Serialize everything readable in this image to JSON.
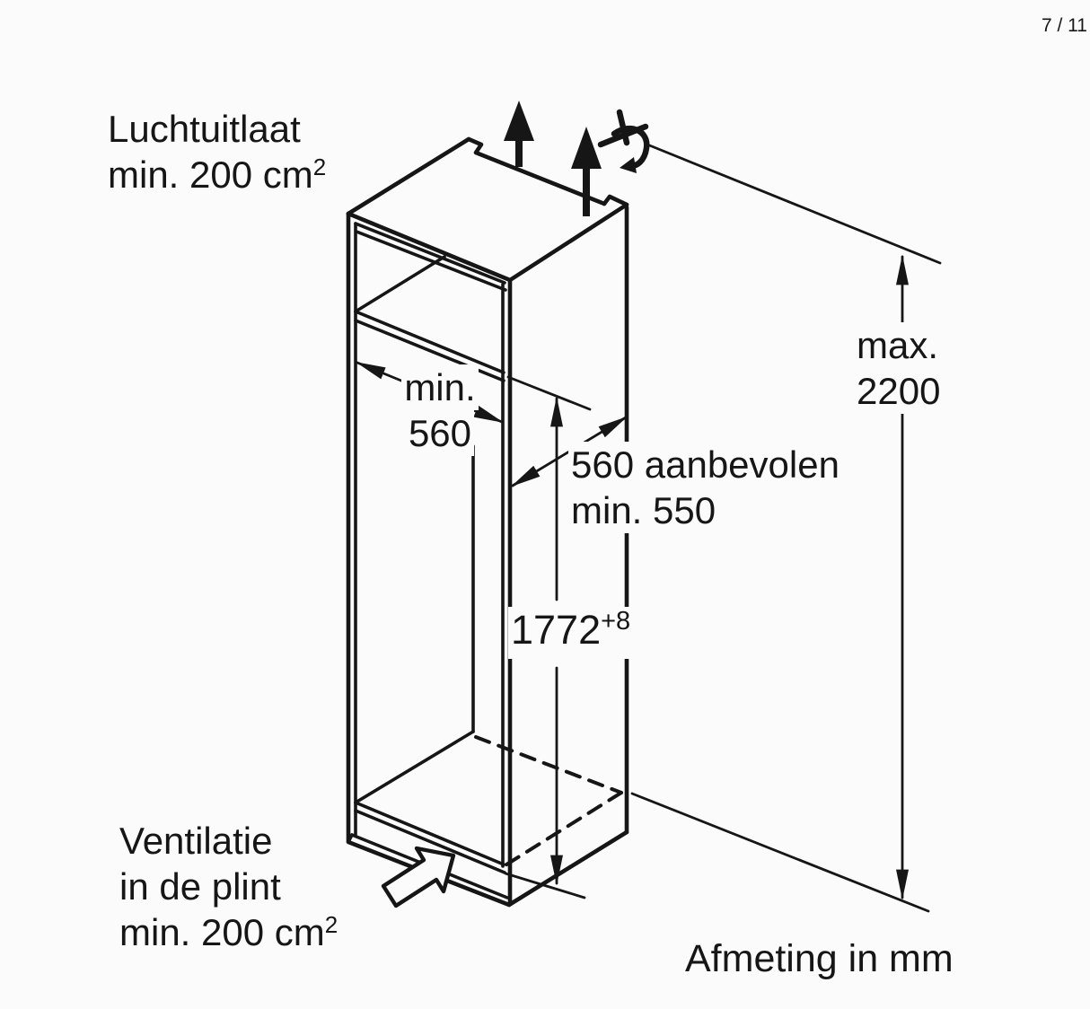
{
  "theme": {
    "ink": "#161616",
    "background": "#fbfbfb"
  },
  "page": {
    "indicator": "7 / 11",
    "units_note": "Afmeting in mm"
  },
  "labels": {
    "air_outlet": {
      "line1": "Luchtuitlaat",
      "line2_base": "min. 200 cm",
      "line2_sup": "2"
    },
    "plinth_vent": {
      "line1": "Ventilatie",
      "line2": "in de plint",
      "line3_base": "min. 200 cm",
      "line3_sup": "2"
    },
    "niche_width": {
      "line1": "min.",
      "line2": "560"
    },
    "niche_depth": {
      "line1": "560 aanbevolen",
      "line2": "min. 550"
    },
    "niche_height": {
      "base": "1772",
      "sup": "+8"
    },
    "max_height": {
      "line1": "max.",
      "line2": "2200"
    }
  },
  "icons": {
    "airflow-up-arrows-icon": "two solid upward arrows (air outlet at top)",
    "airflow-over-top-icon": "small curved arrow over cabinet top edge",
    "plinth-airflow-arrow-icon": "outlined arrow pointing into plinth vent",
    "dimension-arrowheads": "slender filled triangles on dimension lines"
  }
}
